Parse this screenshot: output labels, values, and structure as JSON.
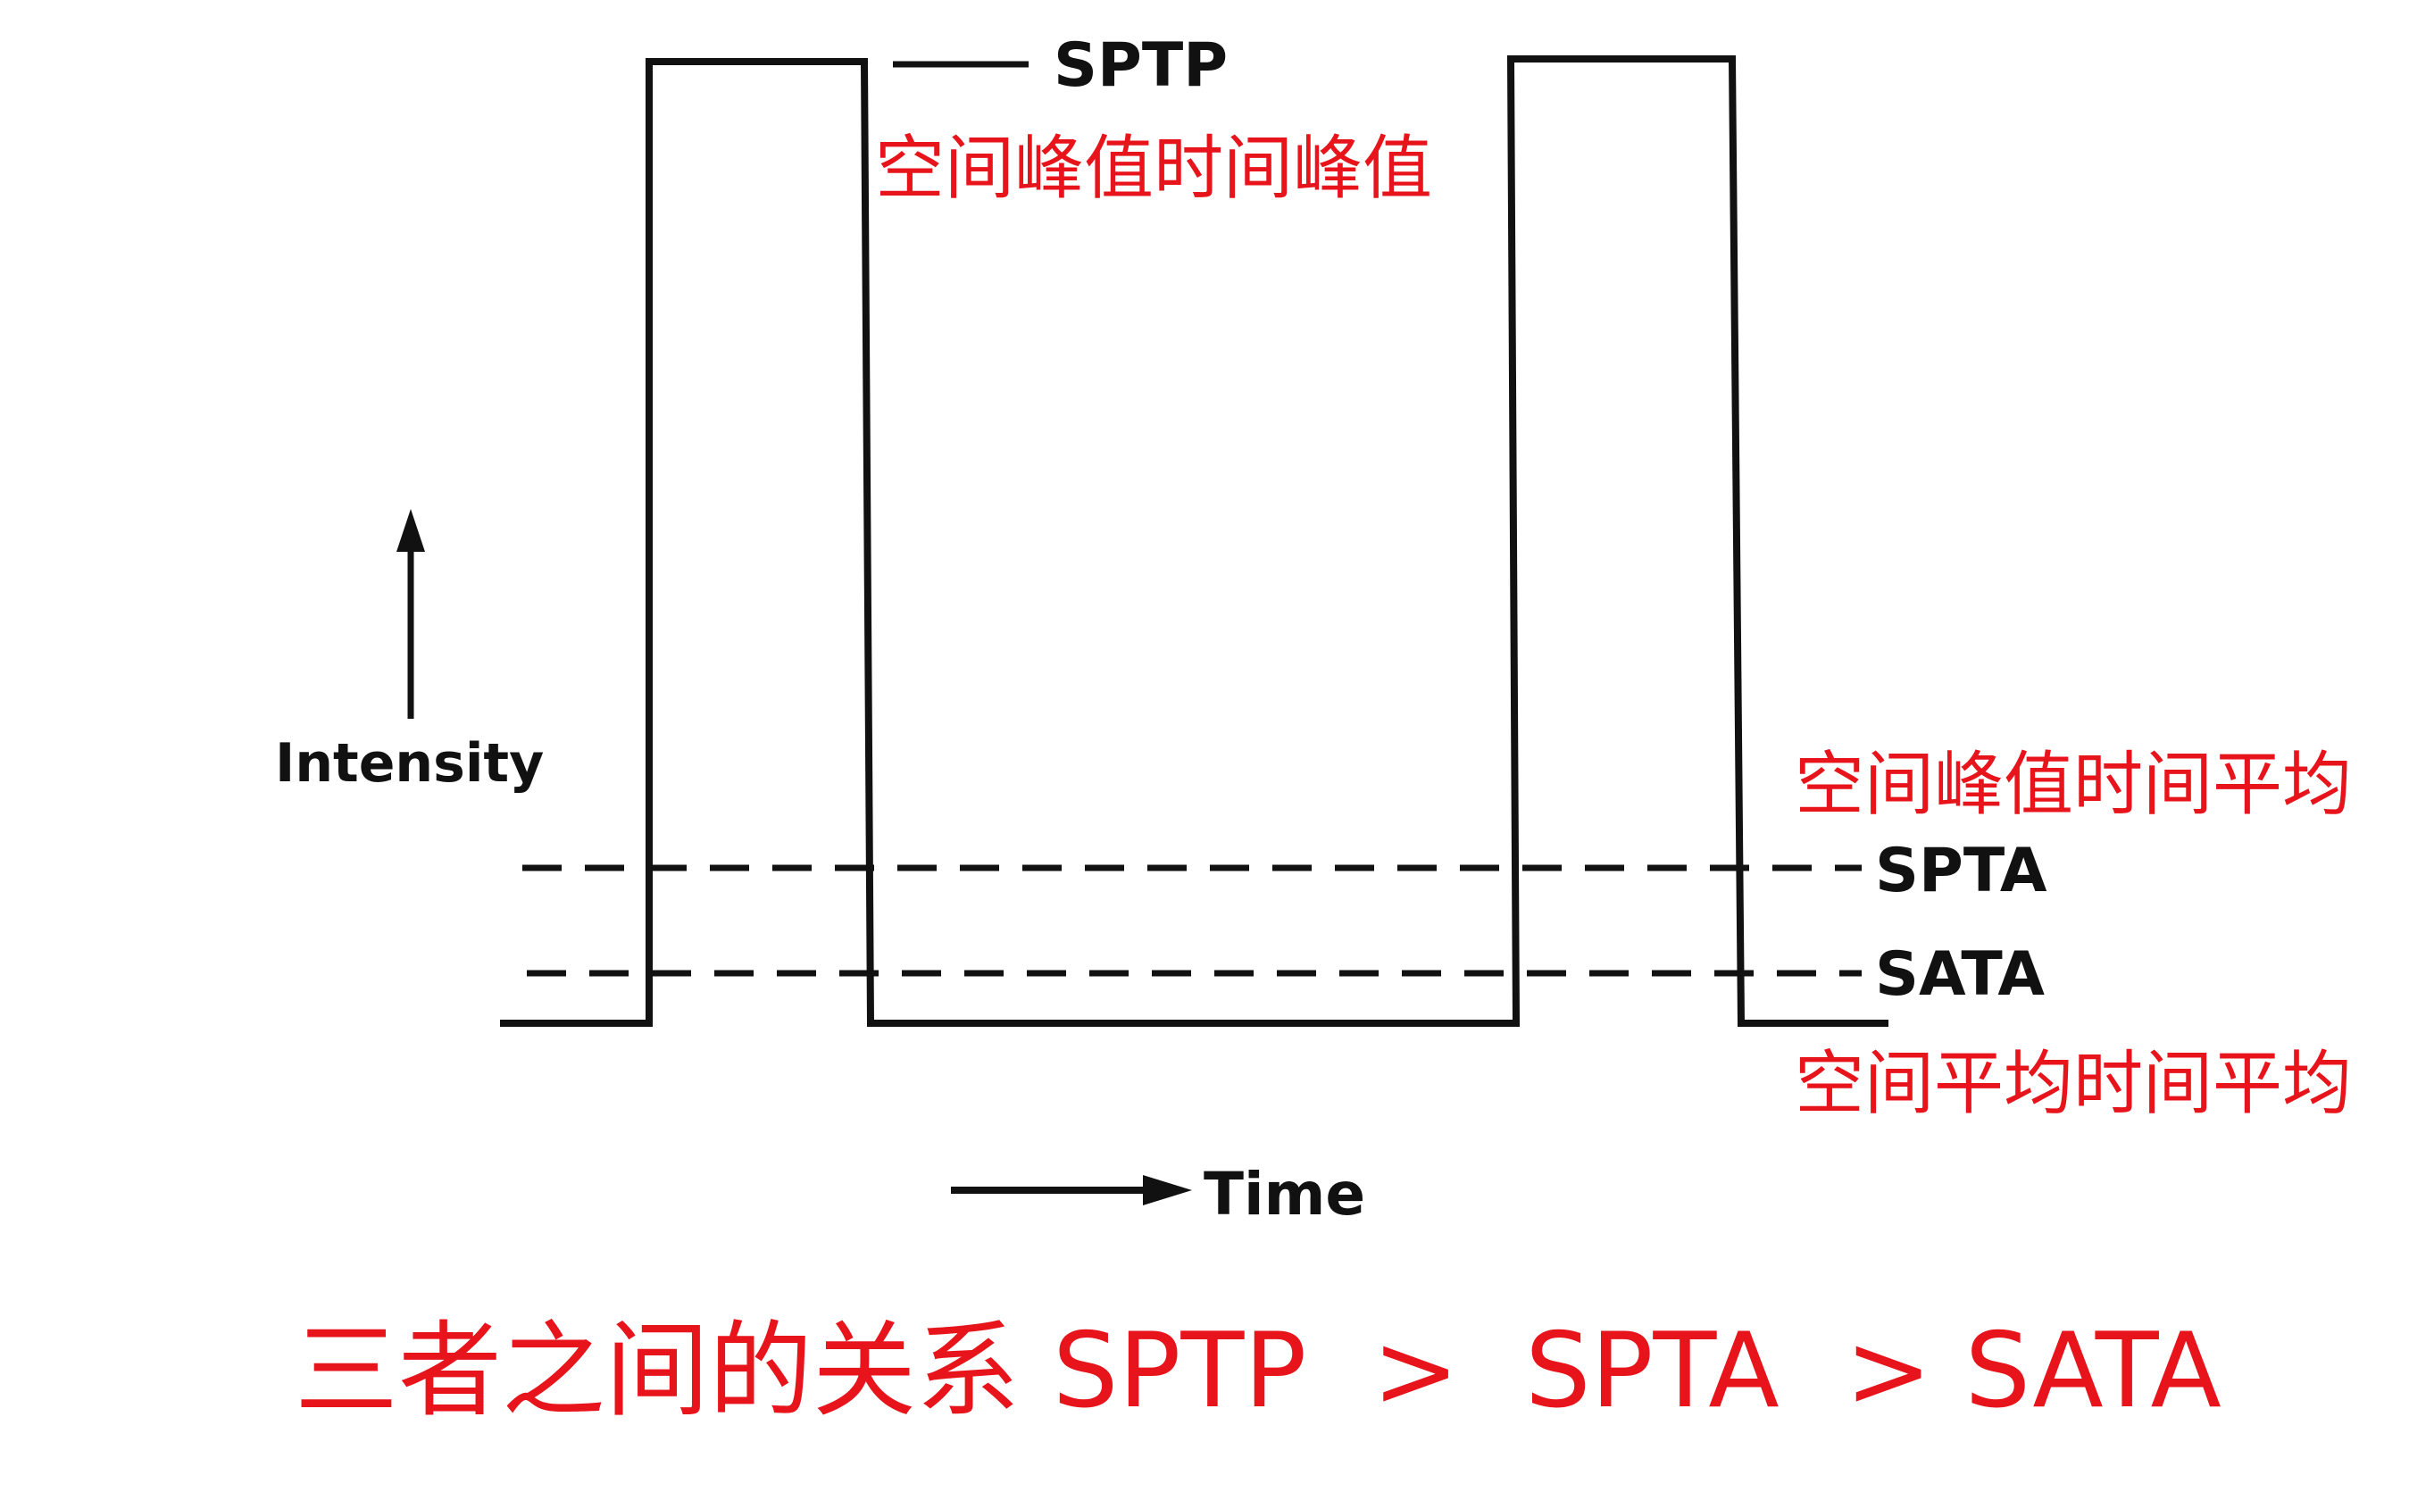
{
  "labels": {
    "sptp": "SPTP",
    "sptp_cn": "空间峰值时间峰值",
    "spta": "SPTA",
    "spta_cn": "空间峰值时间平均",
    "sata": "SATA",
    "sata_cn": "空间平均时间平均",
    "intensity": "Intensity",
    "time": "Time"
  },
  "caption": "三者之间的关系 SPTP  >  SPTA  > SATA",
  "colors": {
    "line": "#111111",
    "annotation": "#e8141b"
  }
}
